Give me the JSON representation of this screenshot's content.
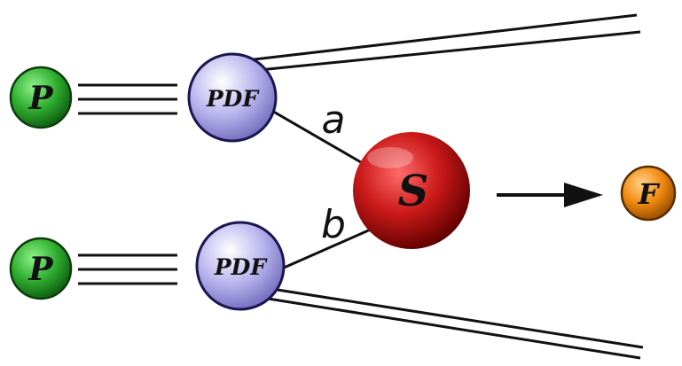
{
  "nodes": {
    "proton_top": {
      "label": "P",
      "color": "#2fae2f"
    },
    "proton_bottom": {
      "label": "P",
      "color": "#2fae2f"
    },
    "pdf_top": {
      "label": "PDF",
      "color": "#b9b4ee"
    },
    "pdf_bottom": {
      "label": "PDF",
      "color": "#b9b4ee"
    },
    "subprocess": {
      "label": "S",
      "color": "#cc1a1a"
    },
    "final_state": {
      "label": "F",
      "color": "#f08a10"
    }
  },
  "edges": {
    "parton_a": {
      "label": "a"
    },
    "parton_b": {
      "label": "b"
    }
  }
}
